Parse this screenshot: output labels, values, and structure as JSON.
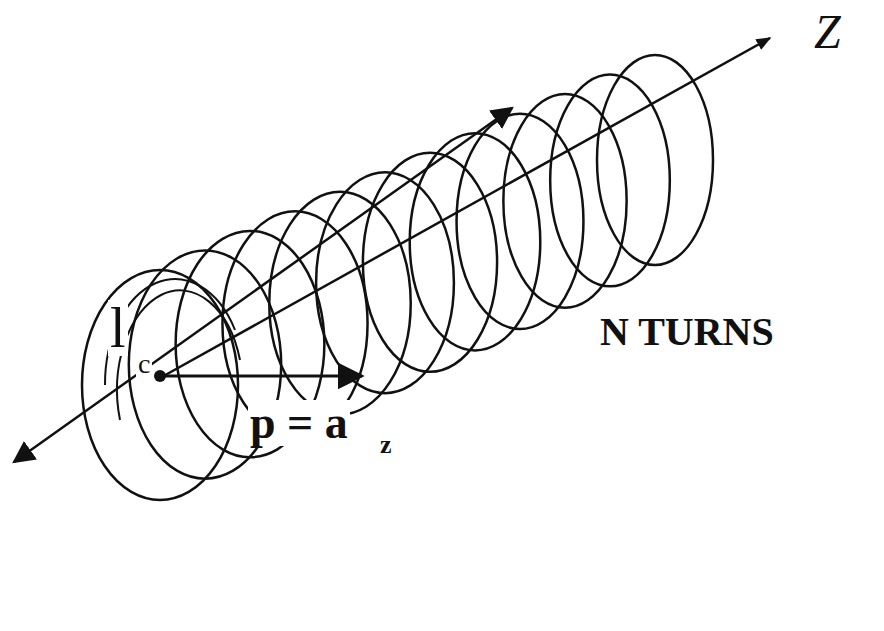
{
  "diagram": {
    "labels": [
      "Z",
      "l",
      "c",
      "N TURNS",
      "p = a",
      "z"
    ]
  }
}
